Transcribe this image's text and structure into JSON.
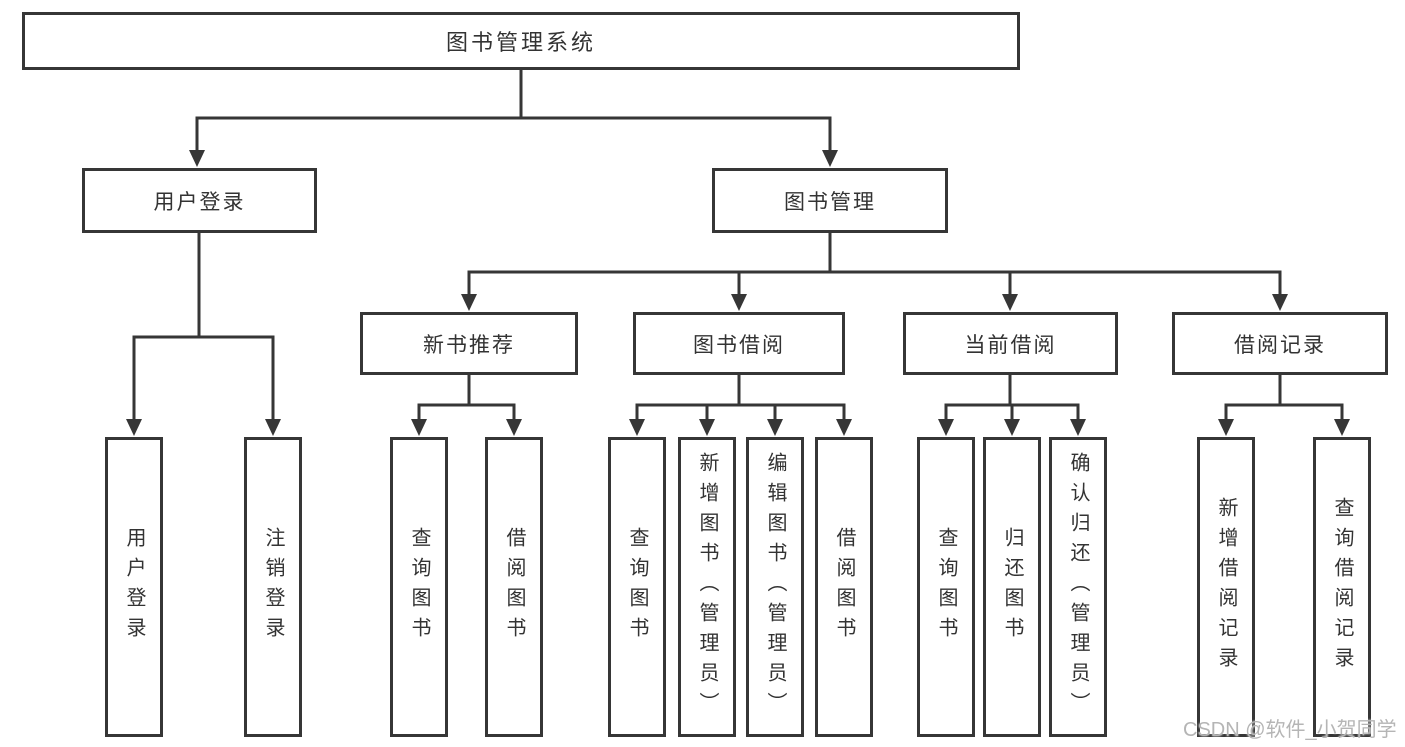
{
  "diagram": {
    "tree": {
      "label": "图书管理系统",
      "children": [
        {
          "label": "用户登录",
          "children": [
            {
              "label": "用户登录"
            },
            {
              "label": "注销登录"
            }
          ]
        },
        {
          "label": "图书管理",
          "children": [
            {
              "label": "新书推荐",
              "children": [
                {
                  "label": "查询图书"
                },
                {
                  "label": "借阅图书"
                }
              ]
            },
            {
              "label": "图书借阅",
              "children": [
                {
                  "label": "查询图书"
                },
                {
                  "label": "新增图书（管理员）"
                },
                {
                  "label": "编辑图书（管理员）"
                },
                {
                  "label": "借阅图书"
                }
              ]
            },
            {
              "label": "当前借阅",
              "children": [
                {
                  "label": "查询图书"
                },
                {
                  "label": "归还图书"
                },
                {
                  "label": "确认归还（管理员）"
                }
              ]
            },
            {
              "label": "借阅记录",
              "children": [
                {
                  "label": "新增借阅记录"
                },
                {
                  "label": "查询借阅记录"
                }
              ]
            }
          ]
        }
      ]
    },
    "colors": {
      "line": "#363636",
      "text": "#333333",
      "watermark": "#b5b5b5",
      "background": "#ffffff"
    }
  },
  "watermark": {
    "text": "CSDN @软件_小贺同学"
  }
}
